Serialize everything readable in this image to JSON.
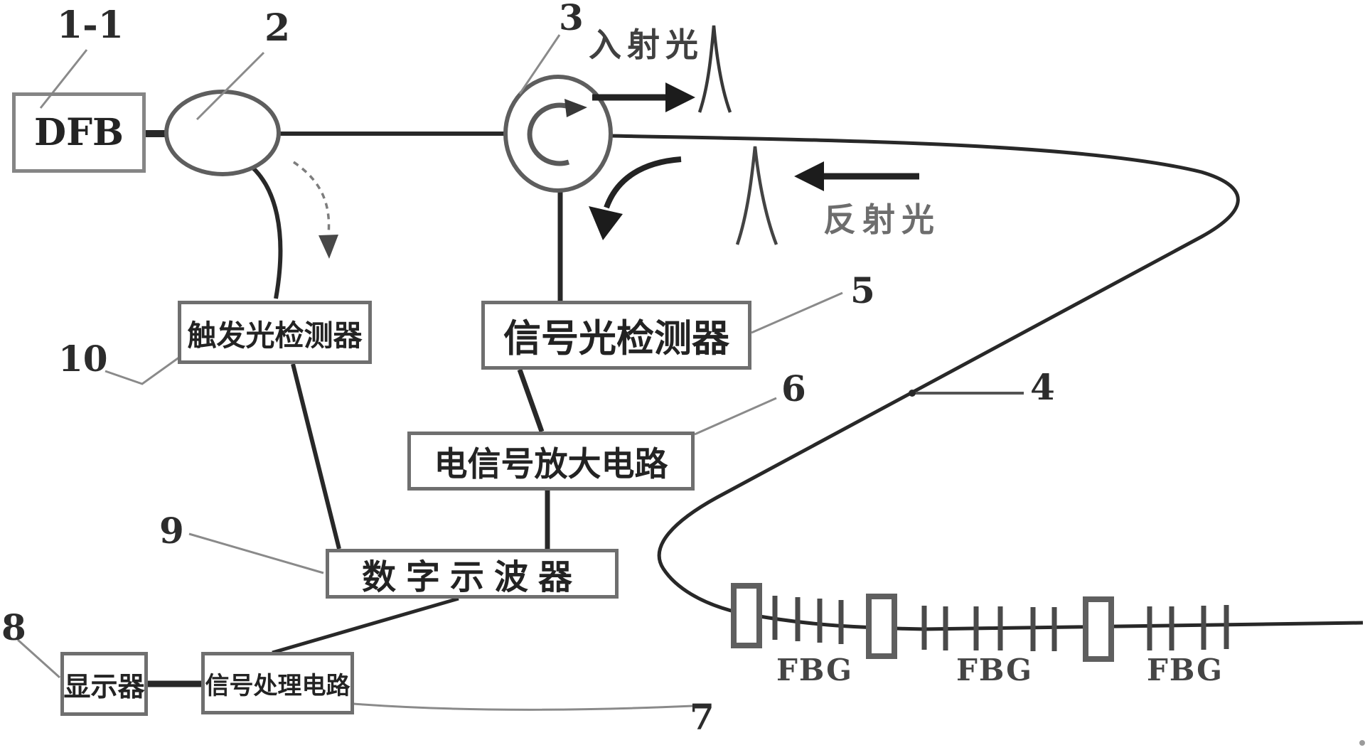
{
  "figure": {
    "boxes": {
      "laser": "DFB",
      "trigger_detector": "触发光检测器",
      "signal_detector": "信号光检测器",
      "amplifier": "电信号放大电路",
      "oscilloscope": "数字示波器",
      "display": "显示器",
      "signal_processor": "信号处理电路"
    },
    "reference_labels": {
      "laser": "1-1",
      "coupler": "2",
      "circulator": "3",
      "fiber": "4",
      "signal_detector": "5",
      "amplifier": "6",
      "signal_processor": "7",
      "display": "8",
      "oscilloscope": "9",
      "trigger_detector": "10"
    },
    "annotations": {
      "incident_light": "入射光",
      "reflected_light": "反射光"
    },
    "fbg_labels": [
      "FBG",
      "FBG",
      "FBG"
    ],
    "colors": {
      "ink": "#2b2b2b",
      "border_gray": "#6f6f6f",
      "leader_gray": "#8a8a8a",
      "light_text_gray": "#6e6e6e"
    }
  }
}
